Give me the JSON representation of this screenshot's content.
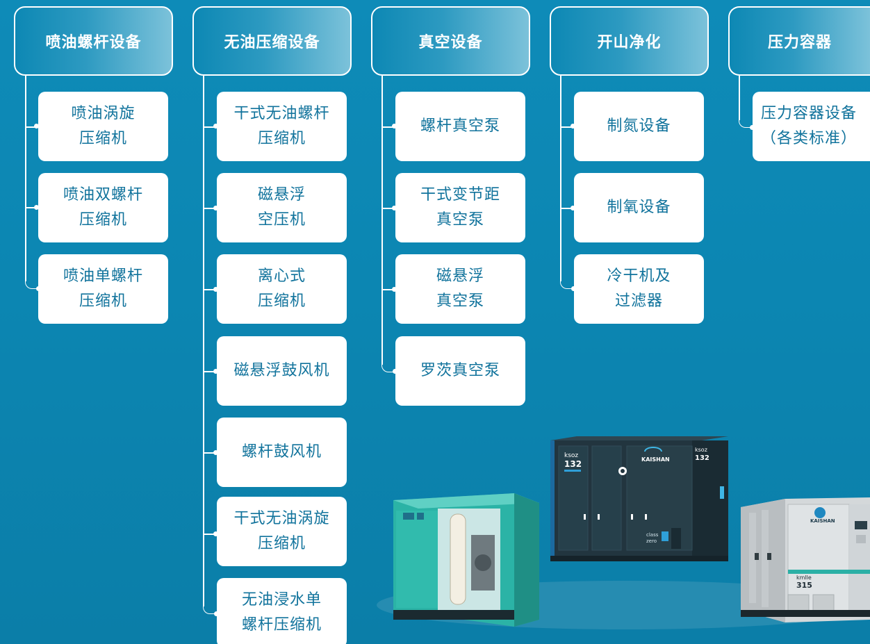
{
  "columns": [
    {
      "header": "喷油螺杆设备",
      "items": [
        "喷油涡旋\n压缩机",
        "喷油双螺杆\n压缩机",
        "喷油单螺杆\n压缩机"
      ]
    },
    {
      "header": "无油压缩设备",
      "items": [
        "干式无油螺杆\n压缩机",
        "磁悬浮\n空压机",
        "离心式\n压缩机",
        "磁悬浮鼓风机",
        "螺杆鼓风机",
        "干式无油涡旋\n压缩机",
        "无油浸水单\n螺杆压缩机"
      ]
    },
    {
      "header": "真空设备",
      "items": [
        "螺杆真空泵",
        "干式变节距\n真空泵",
        "磁悬浮\n真空泵",
        "罗茨真空泵"
      ]
    },
    {
      "header": "开山净化",
      "items": [
        "制氮设备",
        "制氧设备",
        "冷干机及\n过滤器"
      ]
    },
    {
      "header": "压力容器",
      "items": [
        "压力容器设备\n（各类标准）"
      ]
    }
  ],
  "products": {
    "machine_mid": {
      "model": "ksoz",
      "number": "132",
      "brand": "KAISHAN",
      "badge": "class zero"
    },
    "machine_right": {
      "brand": "KAISHAN",
      "model": "kmlle",
      "number": "315"
    }
  },
  "colors": {
    "background": "#0c86b2",
    "card_text": "#11739c",
    "header_gradient_end": "#7cc2da"
  }
}
